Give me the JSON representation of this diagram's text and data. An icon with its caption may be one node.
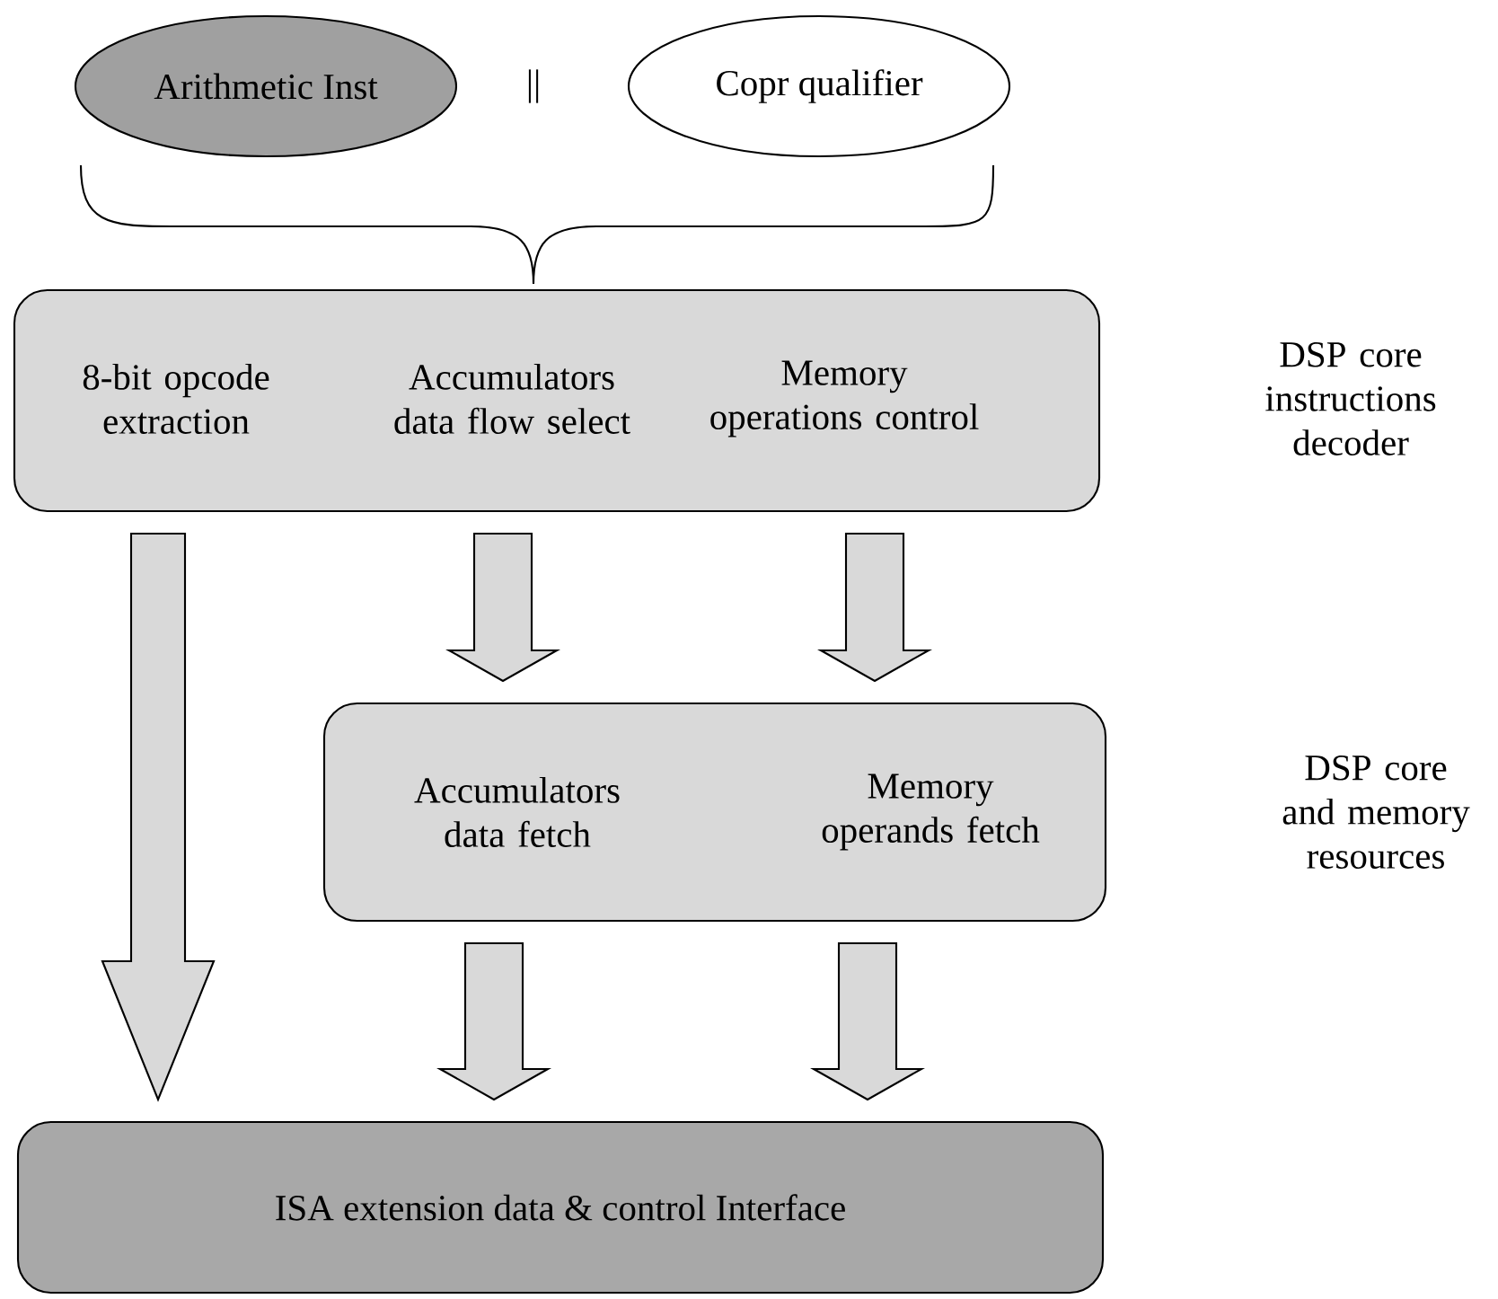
{
  "diagram": {
    "nodes": [
      {
        "text": [
          "Arithmetic Inst"
        ]
      },
      {
        "text": [
          "Copr qualifier"
        ]
      },
      {
        "text": [
          "8-bit opcode extraction",
          "Accumulators data flow select",
          "Memory operations control"
        ]
      },
      {
        "text": [
          "Accumulators data fetch",
          "Memory operands fetch"
        ]
      },
      {
        "text": [
          "ISA extension data & control Interface"
        ]
      }
    ],
    "edges": [
      {
        "from": 2,
        "to": 4,
        "arrow": "to"
      },
      {
        "from": 2,
        "to": 3,
        "arrow": "to"
      },
      {
        "from": 2,
        "to": 3,
        "arrow": "to"
      },
      {
        "from": 3,
        "to": 4,
        "arrow": "to"
      },
      {
        "from": 3,
        "to": 4,
        "arrow": "to"
      }
    ],
    "labels": [
      "||",
      "DSP core instructions decoder",
      "DSP core and memory resources"
    ]
  }
}
